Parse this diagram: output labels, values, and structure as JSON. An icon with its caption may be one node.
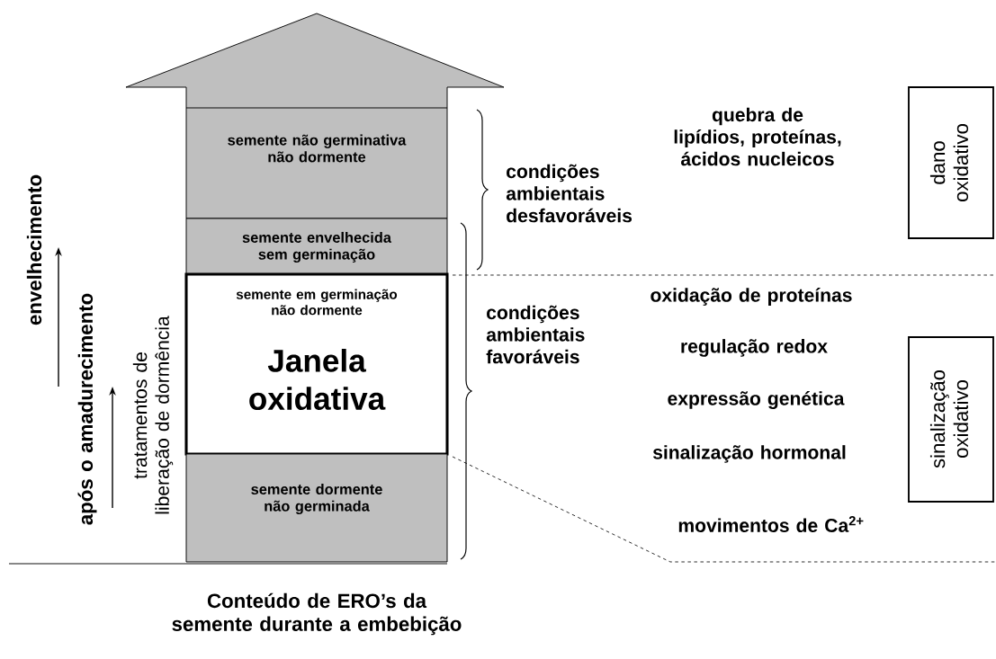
{
  "diagram": {
    "nodes": [
      {
        "text": [
          "semente não germinativa não dormente"
        ]
      },
      {
        "text": [
          "semente envelhecida sem germinação"
        ]
      },
      {
        "text": [
          "semente em germinação não dormente",
          "Janela oxidativa"
        ]
      },
      {
        "text": [
          "semente dormente não germinada"
        ]
      },
      {
        "text": [
          "dano oxidativo"
        ]
      },
      {
        "text": [
          "sinalização oxidativo"
        ]
      }
    ],
    "labels": [
      "condições ambientais desfavoráveis",
      "quebra de lipídios, proteínas, ácidos nucleicos",
      "envelhecimento",
      "após o amadurecimento",
      "tratamentos de liberação de dormência",
      "oxidação de proteínas",
      "condições ambientais favoráveis",
      "regulação redox",
      "expressão genética",
      "sinalização hormonal",
      "movimentos de Ca$^{2+}$",
      "Conteúdo de ERO’s da semente durante a embebição"
    ]
  }
}
